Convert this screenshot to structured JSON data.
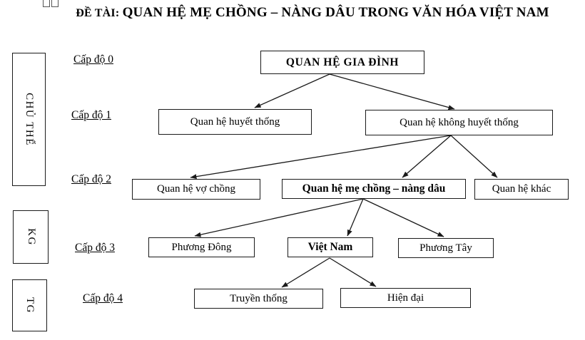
{
  "title": {
    "prefix": "ĐỀ TÀI:",
    "main": "QUAN HỆ MẸ CHỒNG – NÀNG DÂU TRONG VĂN HÓA VIỆT NAM"
  },
  "side_boxes": {
    "chu_the": "CHỦ THỂ",
    "kg": "KG",
    "tg": "TG"
  },
  "level_labels": {
    "l0": "Cấp độ 0",
    "l1": "Cấp độ 1",
    "l2": "Cấp độ 2",
    "l3": "Cấp độ 3",
    "l4": "Cấp độ 4"
  },
  "nodes": {
    "gia_dinh": "QUAN HỆ GIA ĐÌNH",
    "huyet_thong": "Quan hệ huyết thống",
    "khong_huyet_thong": "Quan hệ không huyết thống",
    "vo_chong": "Quan hệ vợ chồng",
    "me_chong_nang_dau": "Quan hệ mẹ chồng – nàng dâu",
    "khac": "Quan hệ khác",
    "phuong_dong": "Phương Đông",
    "viet_nam": "Việt Nam",
    "phuong_tay": "Phương Tây",
    "truyen_thong": "Truyền thống",
    "hien_dai": "Hiện đại"
  },
  "colors": {
    "line": "#1a1a1a",
    "text": "#000000",
    "background": "#ffffff"
  }
}
